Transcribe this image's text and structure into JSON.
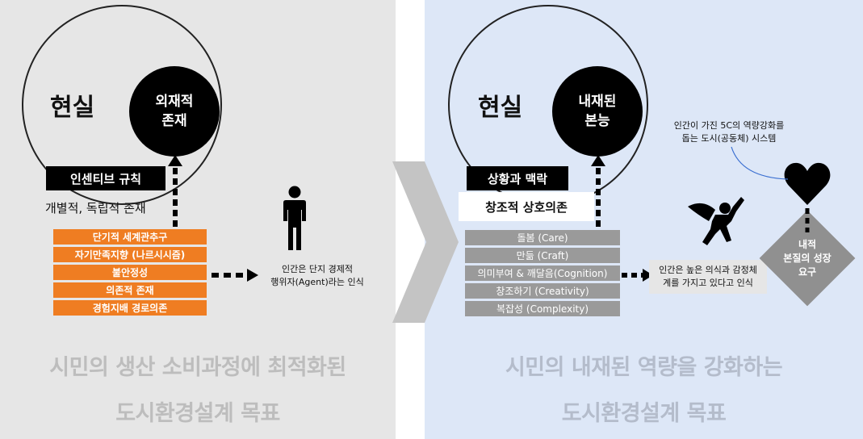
{
  "left": {
    "reality": "현실",
    "inner_circle": "외재적\n존재",
    "rule_label": "인센티브 규칙",
    "sub_label": "개별적, 독립적 존재",
    "items": [
      "단기적 세계관추구",
      "자기만족지향 (나르시시즘)",
      "불안정성",
      "의존적 존재",
      "경험지배 경로의존"
    ],
    "note": "인간은 단지 경제적\n행위자(Agent)라는 인식",
    "headline_1": "시민의 생산 소비과정에 최적화된",
    "headline_2": "도시환경설계 목표",
    "icon": "person-icon"
  },
  "right": {
    "reality": "현실",
    "inner_circle": "내재된\n본능",
    "context_label": "상황과 맥락",
    "interdep_label": "창조적 상호의존",
    "items": [
      "돌봄 (Care)",
      "만듦 (Craft)",
      "의미부여 & 깨달음(Cognition)",
      "창조하기 (Creativity)",
      "복잡성 (Complexity)"
    ],
    "note": "인간은 높은 의식과 감정체\n계를 가지고 있다고 인식",
    "system_note": "인간이 가진 5C의 역량강화를\n돕는 도시(공동체) 시스템",
    "diamond": "내적\n본질의 성장\n요구",
    "headline_1": "시민의 내재된 역량을 강화하는",
    "headline_2": "도시환경설계 목표",
    "icons": [
      "superhero-icon",
      "heart-icon"
    ]
  },
  "colors": {
    "left_bg": "#e6e6e6",
    "right_bg": "#dde7f7",
    "orange": "#ef7d22",
    "grey": "#9a9a9a",
    "diamond": "#909090",
    "chevron": "#c4c4c4"
  }
}
